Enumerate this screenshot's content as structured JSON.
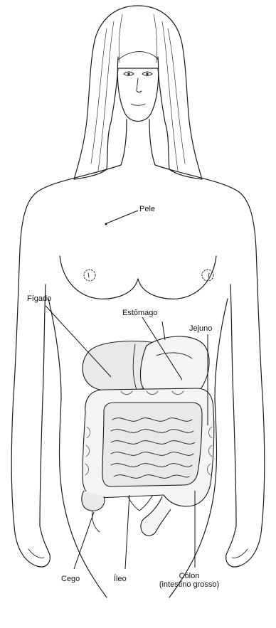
{
  "labels": {
    "pele": "Pele",
    "figado": "Fígado",
    "estomago": "Estômago",
    "jejuno": "Jejuno",
    "cego": "Cego",
    "ileo": "Íleo",
    "colon_line1": "Cólon",
    "colon_line2": "(intestino grosso)"
  },
  "colors": {
    "ink": "#1a1a1a",
    "organ_fill": "#e9e9e9",
    "background": "#ffffff"
  }
}
